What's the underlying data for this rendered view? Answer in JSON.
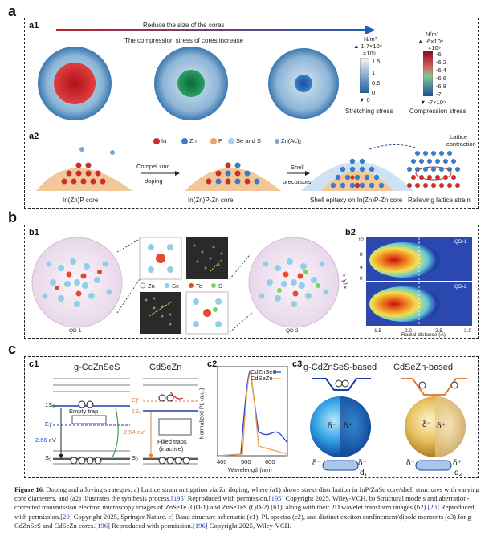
{
  "panels": {
    "a": {
      "letter": "a",
      "a1": {
        "label": "a1",
        "arrow_top": "Reduce the size of the cores",
        "arrow_bottom": "The compression stress of cores increase",
        "stretch_bar": {
          "unit": "N/m²",
          "top": "▲ 1.7×10⁹",
          "exp": "×10⁹",
          "ticks": [
            "1.5",
            "1",
            "0.5",
            "0"
          ],
          "bottom": "▼ 0",
          "title": "Stretching stress"
        },
        "compress_bar": {
          "unit": "N/m²",
          "top": "▲ -6×10⁹",
          "exp": "×10⁹",
          "ticks": [
            "-6",
            "-6.2",
            "-6.4",
            "-6.6",
            "-6.8",
            "-7"
          ],
          "bottom": "▼ -7×10⁹",
          "title": "Compression stress"
        }
      },
      "a2": {
        "label": "a2",
        "legend": [
          "In",
          "Zn",
          "P",
          "Se and S",
          "Zn(Ac)₂"
        ],
        "step1": [
          "Compel zinc",
          "doping"
        ],
        "step2": [
          "Shell",
          "precursors"
        ],
        "captions": [
          "In(Zn)P core",
          "In(Zn)P-Zn core",
          "Shell epitaxy on In(Zn)P-Zn core",
          "Relieving lattice strain"
        ],
        "lattice": [
          "Lattice",
          "contraction"
        ]
      }
    },
    "b": {
      "letter": "b",
      "b1": {
        "label": "b1",
        "qd1": "QD-1",
        "qd2": "QD-2",
        "legend": [
          "Zn",
          "Se",
          "Te",
          "S"
        ]
      },
      "b2": {
        "label": "b2",
        "ylabel": "κ (Å⁻¹)",
        "xlabel": "Radial distance (Å)",
        "xticks": [
          "1.5",
          "2.0",
          "2.5",
          "3.0"
        ],
        "yticks": [
          "12",
          "8",
          "4",
          "0"
        ],
        "top_label": "QD-1",
        "bottom_label": "QD-2"
      }
    },
    "c": {
      "letter": "c",
      "c1": {
        "label": "c1",
        "title_left": "g-CdZnSeS",
        "title_right": "CdSeZn",
        "s1": "1Sₑ",
        "ef": "Eƒ",
        "s0": "S₀",
        "gap_left": "2.66 eV",
        "gap_right": "2.54 eV",
        "empty_trap": "Empty trap",
        "filled": [
          "Filled traps",
          "(inactive)"
        ]
      },
      "c2": {
        "label": "c2",
        "ylabel": "Normalized PL (a.u.)",
        "xlabel": "Wavelength(nm)",
        "xticks": [
          "400",
          "500",
          "600"
        ],
        "legend": [
          "CdZnSeS",
          "CdSeZn"
        ],
        "colors": [
          "#2b3fd6",
          "#f0a050"
        ]
      },
      "c3": {
        "label": "c3",
        "left_title": "g-CdZnSeS-based",
        "right_title": "CdSeZn-based",
        "delta_minus": "δ⁻",
        "delta_plus": "δ⁺",
        "d1": "d₁",
        "d2": "d₂"
      }
    }
  },
  "caption": {
    "lead": "Figure 16.",
    "text": " Doping and alloying strategies. a) Lattice strain mitigation via Zn doping, where (a1) shows stress distribution in InP/ZnSe core/shell structures with varying core diameters, and (a2) illustrates the synthesis process.",
    "r1": "[195]",
    "t2": " Reproduced with permission.",
    "r2": "[195]",
    "t3": " Copyright 2025, Wiley-VCH. b) Structural models and aberration-corrected transmission electron microscopy images of ZnSeTe (QD-1) and ZnSeTeS (QD-2) (b1), along with their 2D wavelet transform images (b2).",
    "r3": "[20]",
    "t4": " Reproduced with permission.",
    "r4": "[20]",
    "t5": " Copyright 2025, Springer Nature. c) Band structure schematic (c1), PL spectra (c2), and distinct exciton confinement/dipole moments (c3) for g-CdZnSeS and CdSeZn cores.",
    "r5": "[196]",
    "t6": " Reproduced with permission.",
    "r6": "[196]",
    "t7": " Copyright 2025, Wiley-VCH."
  }
}
